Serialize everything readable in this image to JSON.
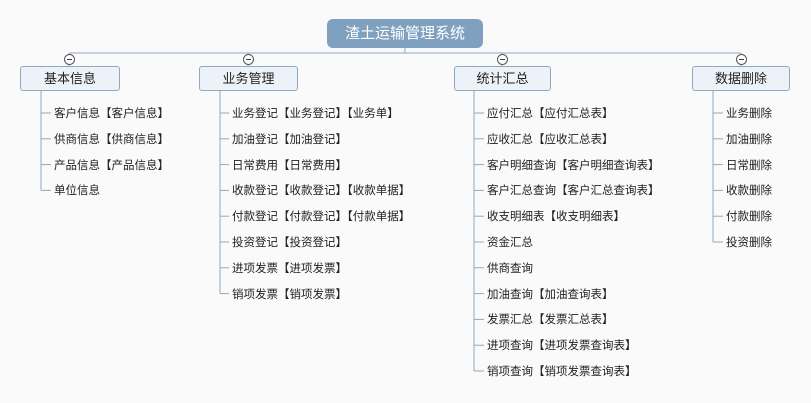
{
  "root": {
    "label": "渣土运输管理系统"
  },
  "categories": [
    {
      "label": "基本信息",
      "items": [
        "客户信息【客户信息】",
        "供商信息【供商信息】",
        "产品信息【产品信息】",
        "单位信息"
      ]
    },
    {
      "label": "业务管理",
      "items": [
        "业务登记【业务登记】【业务单】",
        "加油登记【加油登记】",
        "日常费用【日常费用】",
        "收款登记【收款登记】【收款单据】",
        "付款登记【付款登记】【付款单据】",
        "投资登记【投资登记】",
        "进项发票【进项发票】",
        "销项发票【销项发票】"
      ]
    },
    {
      "label": "统计汇总",
      "items": [
        "应付汇总【应付汇总表】",
        "应收汇总【应收汇总表】",
        "客户明细查询【客户明细查询表】",
        "客户汇总查询【客户汇总查询表】",
        "收支明细表【收支明细表】",
        "资金汇总",
        "供商查询",
        "加油查询【加油查询表】",
        "发票汇总【发票汇总表】",
        "进项查询【进项发票查询表】",
        "销项查询【销项发票查询表】"
      ]
    },
    {
      "label": "数据删除",
      "items": [
        "业务删除",
        "加油删除",
        "日常删除",
        "收款删除",
        "付款删除",
        "投资删除"
      ]
    }
  ],
  "colors": {
    "root_fill": "#7fa1bf",
    "category_fill": "#edf2f8",
    "category_border": "#8ea9c4",
    "line": "#8ea9c4"
  }
}
